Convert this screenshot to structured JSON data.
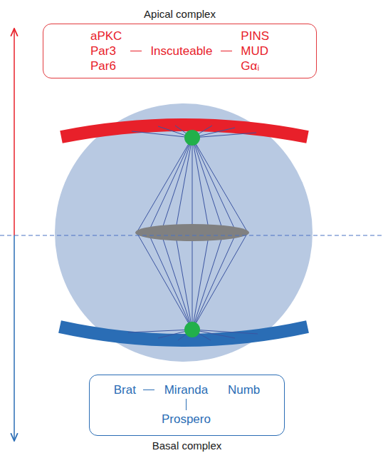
{
  "diagram": {
    "nodes": [
      {
        "text": [
          "Apical complex",
          "aPKC Par3 Par6",
          "Inscuteable",
          "PINS MUD Gαᵢ"
        ]
      },
      {
        "text": [
          "Basal complex",
          "Brat",
          "Miranda",
          "Numb",
          "Prospero"
        ]
      }
    ]
  }
}
